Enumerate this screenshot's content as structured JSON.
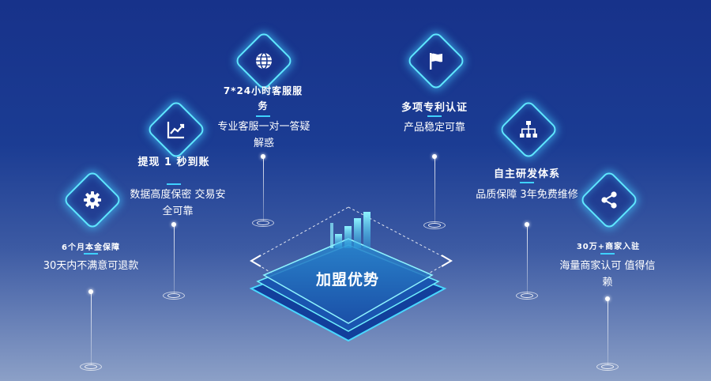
{
  "center": {
    "label": "加盟优势"
  },
  "features": [
    {
      "icon": "gear-icon",
      "title": "6个月本金保障",
      "desc": "30天内不满意可退款"
    },
    {
      "icon": "line-chart-icon",
      "title": "提现 1 秒到账",
      "desc": "数据高度保密 交易安全可靠"
    },
    {
      "icon": "globe-icon",
      "title": "7*24小时客服服务",
      "desc": "专业客服一对一答疑解惑"
    },
    {
      "icon": "flag-icon",
      "title": "多项专利认证",
      "desc": "产品稳定可靠"
    },
    {
      "icon": "hierarchy-icon",
      "title": "自主研发体系",
      "desc": "品质保障 3年免费维修"
    },
    {
      "icon": "share-icon",
      "title": "30万+商家入驻",
      "desc": "海量商家认可 值得信赖"
    }
  ],
  "colors": {
    "accent": "#5fe7ff",
    "background_top": "#17328a",
    "background_bottom": "#8ca0c7"
  }
}
